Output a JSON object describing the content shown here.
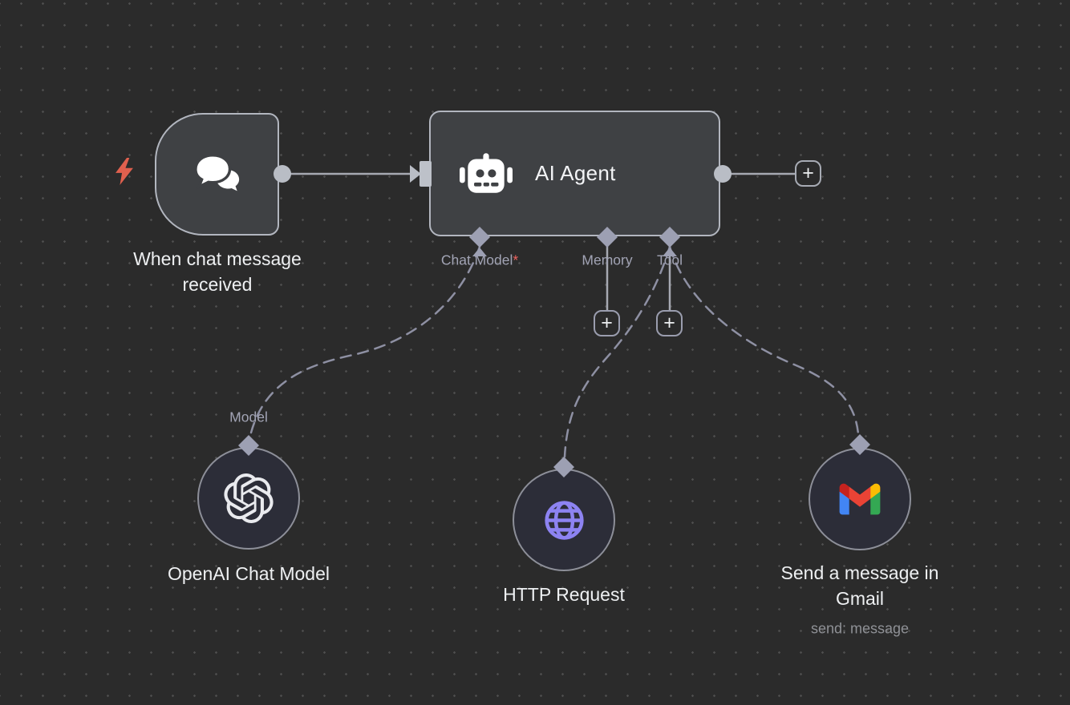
{
  "canvas": {
    "background": "#2b2b2b",
    "dot_color": "#4d4d4d"
  },
  "trigger": {
    "title_line1": "When chat message",
    "title_line2": "received",
    "icon": "chat-bubbles-icon"
  },
  "agent": {
    "title": "AI Agent",
    "icon": "robot-icon",
    "ports": {
      "chat_model": {
        "label": "Chat Model",
        "required_marker": "*"
      },
      "memory": {
        "label": "Memory"
      },
      "tool": {
        "label": "Tool"
      }
    }
  },
  "openai": {
    "title": "OpenAI Chat Model",
    "port_label": "Model",
    "icon": "openai-logo-icon"
  },
  "http": {
    "title": "HTTP Request",
    "icon": "globe-icon"
  },
  "gmail": {
    "title_line1": "Send a message in",
    "title_line2": "Gmail",
    "subtitle": "send: message",
    "icon": "gmail-logo-icon"
  },
  "buttons": {
    "plus": "+"
  },
  "colors": {
    "trigger_bolt": "#e0604e",
    "required_asterisk": "#ef6360",
    "globe_purple": "#8d83f2",
    "wire": "#a6a9b2",
    "dashed_wire": "#8e90a3",
    "port_diamond": "#9da0b3",
    "node_border": "#b2b6bf",
    "circle_border": "#8d8f99",
    "node_fill": "#3f4144",
    "circle_fill": "#2c2d38"
  }
}
